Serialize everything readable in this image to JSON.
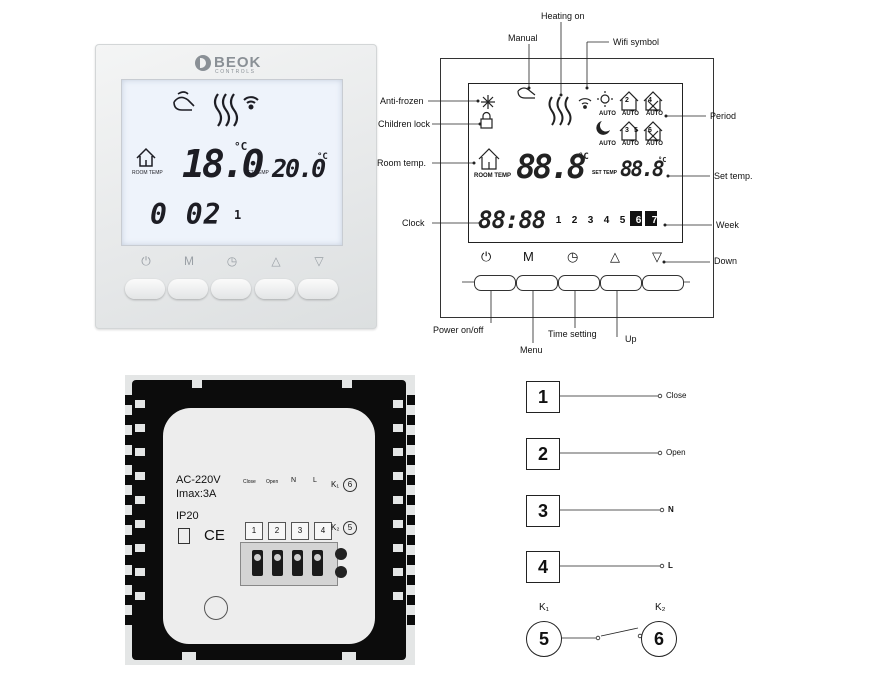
{
  "thermostat": {
    "brand": "BEOK",
    "brand_sub": "CONTROLS",
    "room_temp_label": "ROOM TEMP",
    "room_temp_value": "18.0",
    "set_temp_label": "SET TEMP",
    "set_temp_value": "20.0",
    "unit": "°C",
    "clock": "0 02",
    "week_day": "1",
    "buttons": [
      "⏻",
      "M",
      "◷",
      "△",
      "▽"
    ]
  },
  "lcd_diagram": {
    "labels": {
      "heating_on": "Heating on",
      "manual": "Manual",
      "wifi_symbol": "Wifi symbol",
      "anti_frozen": "Anti-frozen",
      "children_lock": "Children lock",
      "room_temp": "Room temp.",
      "clock": "Clock",
      "period": "Period",
      "set_temp": "Set temp.",
      "week": "Week",
      "down": "Down",
      "power": "Power on/off",
      "menu": "Menu",
      "time_setting": "Time setting",
      "up": "Up"
    },
    "room_temp_tag": "ROOM TEMP",
    "set_temp_tag": "SET TEMP",
    "segment_big": "88.8",
    "segment_set": "88.8",
    "segment_clock": "88:88",
    "auto_label": "AUTO",
    "period_numbers": [
      "2",
      "4",
      "6",
      "3",
      "5"
    ],
    "week_days": [
      "1",
      "2",
      "3",
      "4",
      "5",
      "6",
      "7"
    ],
    "unit": "°C",
    "buttons": [
      "⏻",
      "M",
      "◷",
      "△",
      "▽"
    ]
  },
  "back_panel": {
    "rating": "AC-220V",
    "current": "Imax:3A",
    "ip": "IP20",
    "ce": "CE",
    "terminal_labels": [
      "Close",
      "Open",
      "N",
      "L"
    ],
    "terminals": [
      "1",
      "2",
      "3",
      "4"
    ],
    "k1": "K₁",
    "k1_num": "6",
    "k2": "K₂",
    "k2_num": "5"
  },
  "wiring": {
    "terminals": [
      {
        "num": "1",
        "label": "Close"
      },
      {
        "num": "2",
        "label": "Open"
      },
      {
        "num": "3",
        "label": "N"
      },
      {
        "num": "4",
        "label": "L"
      }
    ],
    "k1_label": "K₁",
    "k2_label": "K₂",
    "k1_num": "5",
    "k2_num": "6"
  }
}
